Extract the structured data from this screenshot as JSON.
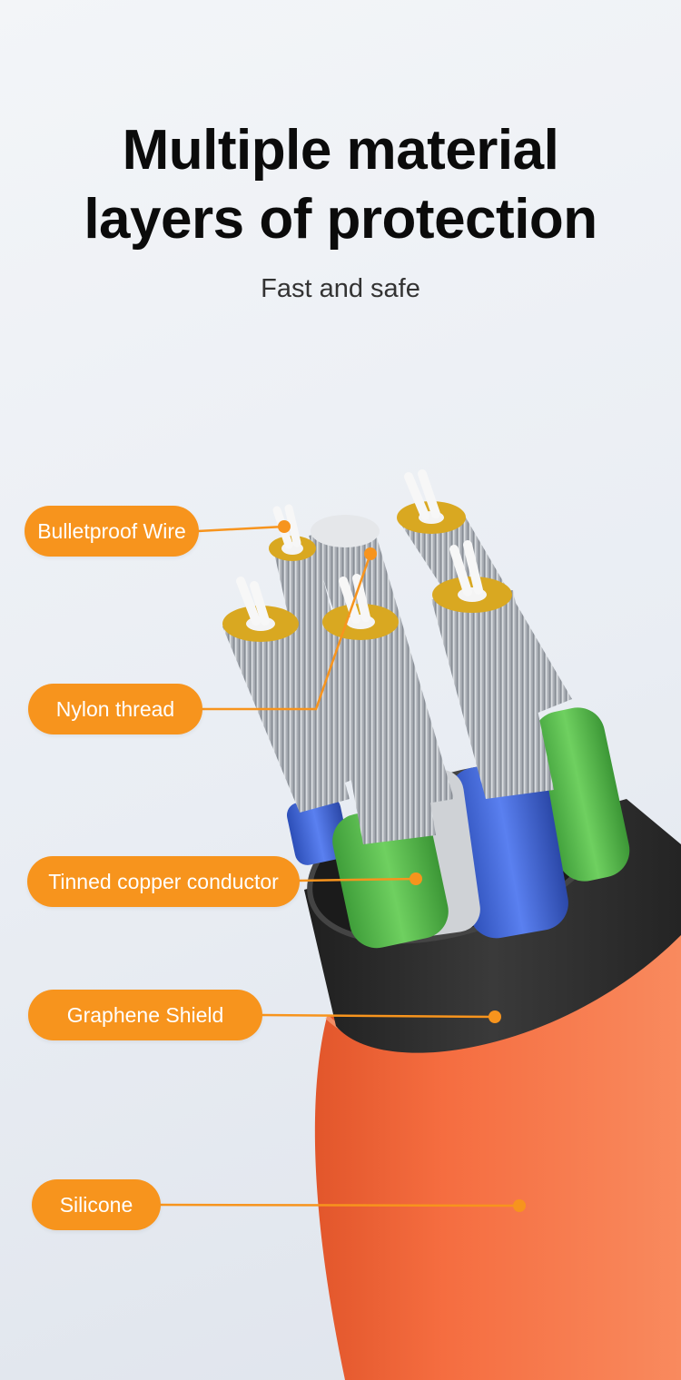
{
  "header": {
    "title_line1": "Multiple material",
    "title_line2": "layers of protection",
    "subtitle": "Fast and safe"
  },
  "callouts": [
    {
      "label": "Bulletproof Wire"
    },
    {
      "label": "Nylon thread"
    },
    {
      "label": "Tinned copper conductor"
    },
    {
      "label": "Graphene Shield"
    },
    {
      "label": "Silicone"
    }
  ],
  "colors": {
    "accent": "#f7941d",
    "jacket": "#f26a3d",
    "shield": "#2a2a2a",
    "core_green": "#4fb84a",
    "core_blue": "#3f63d6"
  }
}
